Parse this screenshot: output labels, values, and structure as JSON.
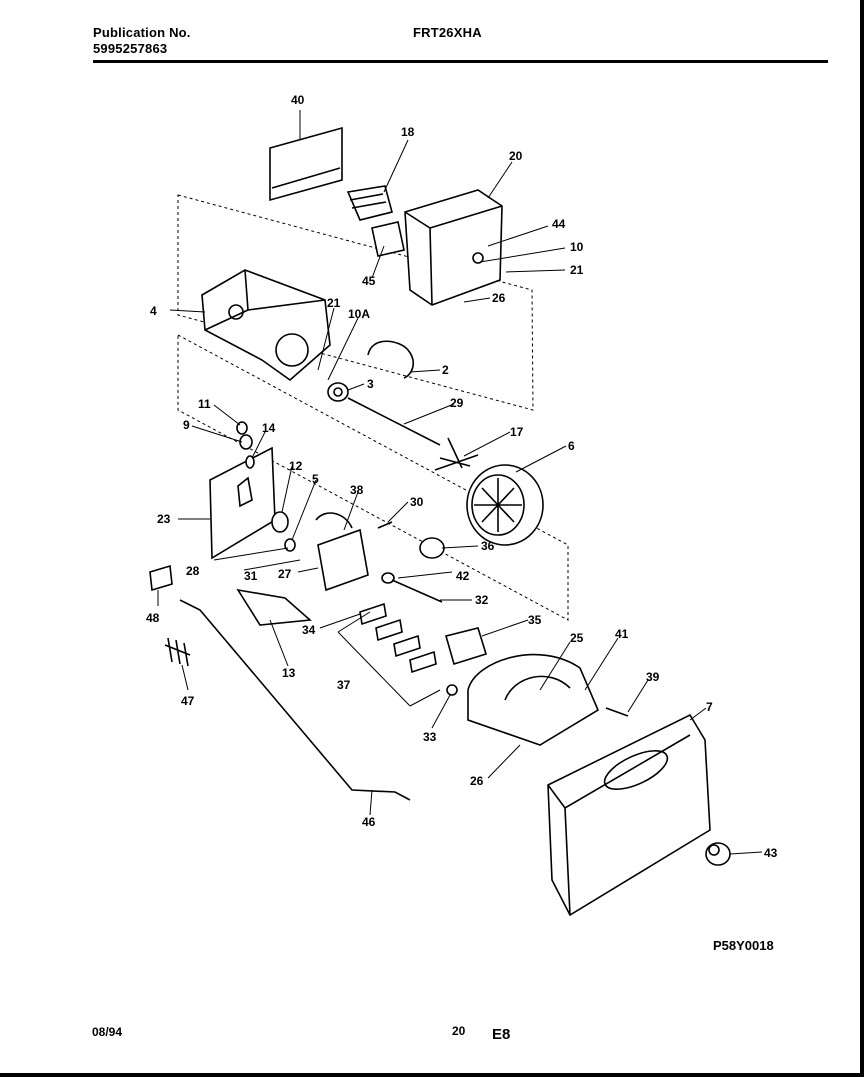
{
  "header": {
    "publication_label": "Publication No.",
    "publication_number": "5995257863",
    "model": "FRT26XHA"
  },
  "footer": {
    "date": "08/94",
    "page_number": "20",
    "section": "E8",
    "diagram_code": "P58Y0018"
  },
  "part_labels": [
    "40",
    "18",
    "20",
    "44",
    "10",
    "21",
    "45",
    "26",
    "4",
    "21",
    "10A",
    "2",
    "3",
    "29",
    "17",
    "6",
    "11",
    "9",
    "14",
    "12",
    "5",
    "23",
    "38",
    "30",
    "36",
    "28",
    "31",
    "27",
    "42",
    "32",
    "48",
    "34",
    "35",
    "25",
    "41",
    "39",
    "13",
    "37",
    "7",
    "47",
    "33",
    "26",
    "46",
    "43"
  ]
}
